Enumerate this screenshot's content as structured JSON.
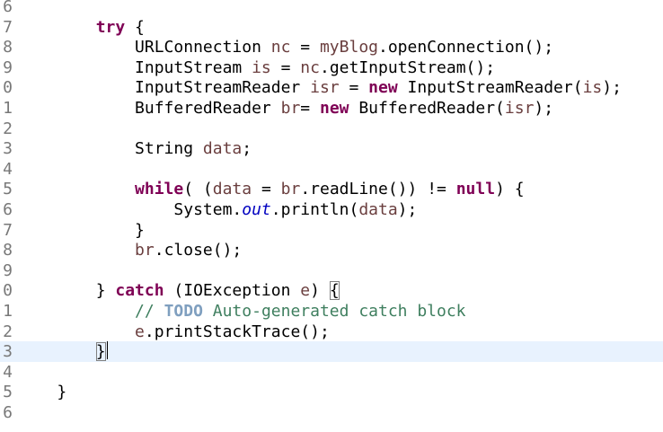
{
  "editor": {
    "lines": [
      {
        "num": "6",
        "tokens": []
      },
      {
        "num": "7",
        "tokens": [
          {
            "t": "        "
          },
          {
            "t": "try",
            "c": "kw"
          },
          {
            "t": " {"
          }
        ]
      },
      {
        "num": "8",
        "tokens": [
          {
            "t": "            URLConnection "
          },
          {
            "t": "nc",
            "c": "var"
          },
          {
            "t": " = "
          },
          {
            "t": "myBlog",
            "c": "var"
          },
          {
            "t": ".openConnection();"
          }
        ]
      },
      {
        "num": "9",
        "tokens": [
          {
            "t": "            InputStream "
          },
          {
            "t": "is",
            "c": "var"
          },
          {
            "t": " = "
          },
          {
            "t": "nc",
            "c": "var"
          },
          {
            "t": ".getInputStream();"
          }
        ]
      },
      {
        "num": "0",
        "tokens": [
          {
            "t": "            InputStreamReader "
          },
          {
            "t": "isr",
            "c": "var"
          },
          {
            "t": " = "
          },
          {
            "t": "new",
            "c": "kw"
          },
          {
            "t": " InputStreamReader("
          },
          {
            "t": "is",
            "c": "var"
          },
          {
            "t": ");"
          }
        ]
      },
      {
        "num": "1",
        "tokens": [
          {
            "t": "            BufferedReader "
          },
          {
            "t": "br",
            "c": "var"
          },
          {
            "t": "= "
          },
          {
            "t": "new",
            "c": "kw"
          },
          {
            "t": " BufferedReader("
          },
          {
            "t": "isr",
            "c": "var"
          },
          {
            "t": ");"
          }
        ]
      },
      {
        "num": "2",
        "tokens": []
      },
      {
        "num": "3",
        "tokens": [
          {
            "t": "            String "
          },
          {
            "t": "data",
            "c": "var"
          },
          {
            "t": ";"
          }
        ]
      },
      {
        "num": "4",
        "tokens": []
      },
      {
        "num": "5",
        "tokens": [
          {
            "t": "            "
          },
          {
            "t": "while",
            "c": "kw"
          },
          {
            "t": "( ("
          },
          {
            "t": "data",
            "c": "var"
          },
          {
            "t": " = "
          },
          {
            "t": "br",
            "c": "var"
          },
          {
            "t": ".readLine()) != "
          },
          {
            "t": "null",
            "c": "kw"
          },
          {
            "t": ") {"
          }
        ]
      },
      {
        "num": "6",
        "tokens": [
          {
            "t": "                System."
          },
          {
            "t": "out",
            "c": "field"
          },
          {
            "t": ".println("
          },
          {
            "t": "data",
            "c": "var"
          },
          {
            "t": ");"
          }
        ]
      },
      {
        "num": "7",
        "tokens": [
          {
            "t": "            }"
          }
        ]
      },
      {
        "num": "8",
        "tokens": [
          {
            "t": "            "
          },
          {
            "t": "br",
            "c": "var"
          },
          {
            "t": ".close();"
          }
        ]
      },
      {
        "num": "9",
        "tokens": []
      },
      {
        "num": "0",
        "tokens": [
          {
            "t": "        } "
          },
          {
            "t": "catch",
            "c": "kw"
          },
          {
            "t": " (IOException "
          },
          {
            "t": "e",
            "c": "var"
          },
          {
            "t": ") "
          },
          {
            "t": "{",
            "c": "bracket-box"
          }
        ]
      },
      {
        "num": "1",
        "tokens": [
          {
            "t": "            "
          },
          {
            "t": "// ",
            "c": "comment"
          },
          {
            "t": "TODO",
            "c": "todo"
          },
          {
            "t": " Auto-generated catch block",
            "c": "comment"
          }
        ]
      },
      {
        "num": "2",
        "tokens": [
          {
            "t": "            "
          },
          {
            "t": "e",
            "c": "var"
          },
          {
            "t": ".printStackTrace();"
          }
        ]
      },
      {
        "num": "3",
        "current": true,
        "caret_after": true,
        "tokens": [
          {
            "t": "        "
          },
          {
            "t": "}",
            "c": "bracket-box"
          }
        ]
      },
      {
        "num": "4",
        "tokens": []
      },
      {
        "num": "5",
        "tokens": [
          {
            "t": "    }"
          }
        ]
      },
      {
        "num": "6",
        "tokens": []
      }
    ]
  }
}
